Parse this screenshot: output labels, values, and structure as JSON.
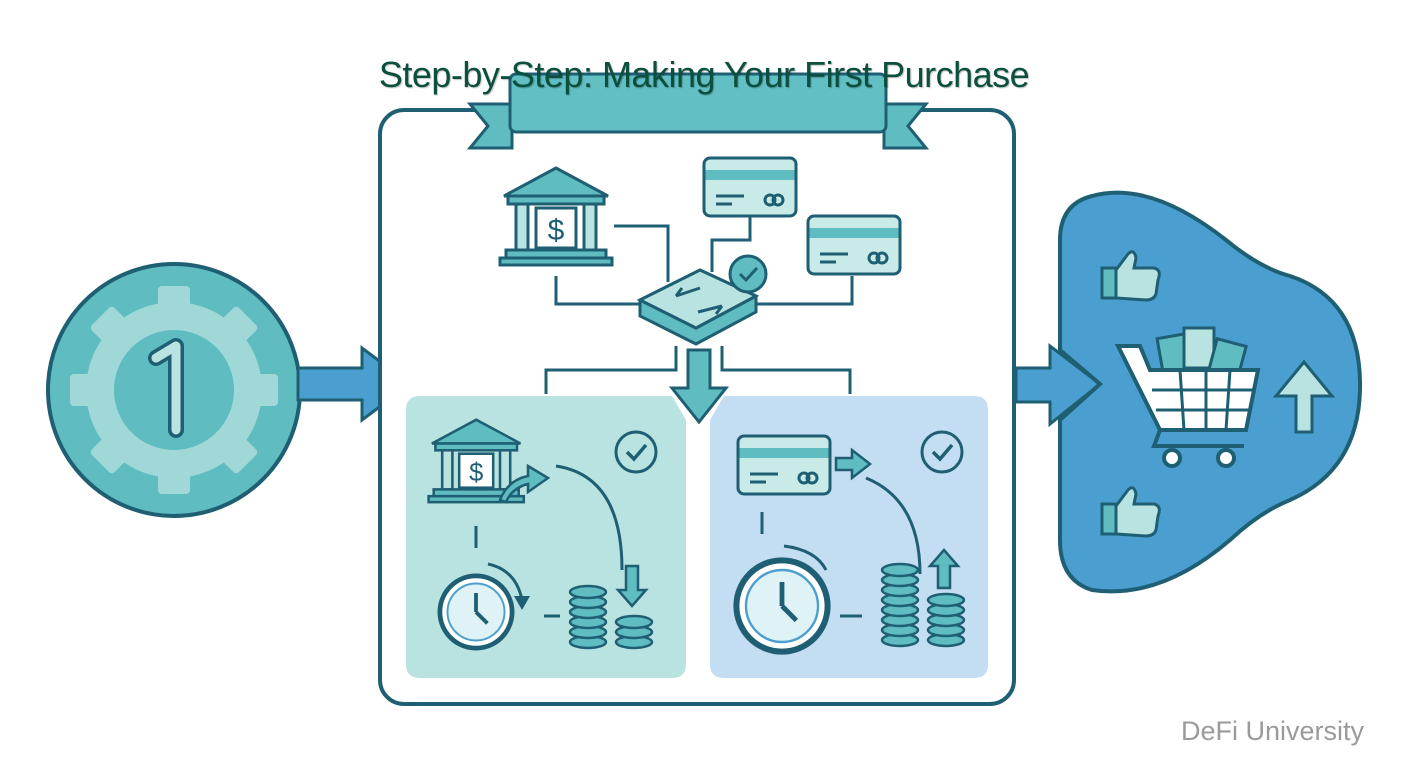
{
  "title": "Step-by-Step: Making Your First Purchase",
  "watermark": "DeFi University",
  "step_number": "1",
  "colors": {
    "stroke": "#1f5f73",
    "teal": "#5fbcc0",
    "light_teal": "#b9e3e0",
    "blue": "#4a9fd0",
    "light_blue": "#c3ddf3",
    "title_text": "#0b4f3f"
  },
  "icons": [
    "gear-icon",
    "bank-icon",
    "credit-card-icon",
    "exchange-icon",
    "check-icon",
    "clock-icon",
    "coins-icon",
    "shopping-cart-icon",
    "thumbs-up-icon",
    "arrow-up-icon"
  ]
}
